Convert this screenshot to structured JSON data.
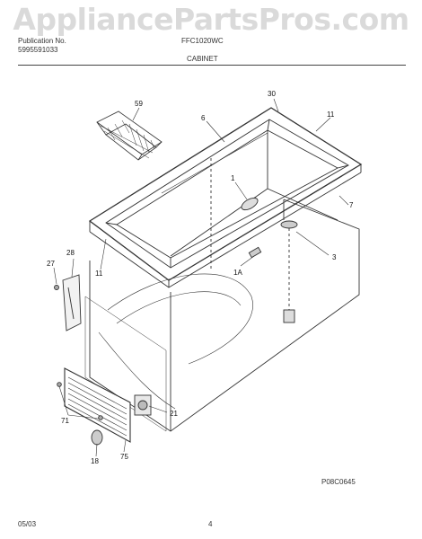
{
  "watermark": "AppliancePartsPros.com",
  "header": {
    "publication_label": "Publication No.",
    "publication_number": "5995591033",
    "model": "FFC1020WC",
    "section": "CABINET"
  },
  "footer": {
    "date": "05/03",
    "page": "4",
    "diagram_code": "P08C0645"
  },
  "callouts": {
    "c59": "59",
    "c30": "30",
    "c6": "6",
    "c11a": "11",
    "c1": "1",
    "c7": "7",
    "c3": "3",
    "c1a": "1A",
    "c28": "28",
    "c27": "27",
    "c11b": "11",
    "c71": "71",
    "c21": "21",
    "c18": "18",
    "c75": "75"
  }
}
